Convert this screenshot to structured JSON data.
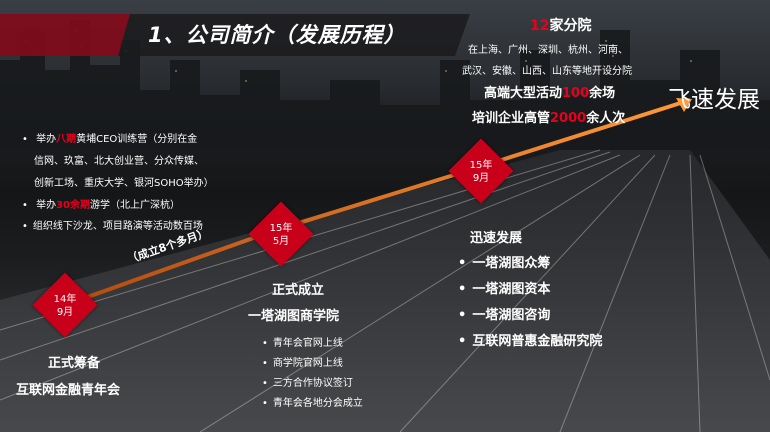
{
  "title": "1、公司简介（发展历程）",
  "top_right": {
    "branches_prefix": "12",
    "branches_suffix": "家分院",
    "cities_line1": "在上海、广州、深圳、杭州、河南、",
    "cities_line2": "武汉、安徽、山西、山东等地开设分院",
    "events_a": "高端大型活动",
    "events_num": "100",
    "events_b": "余场",
    "train_a": "培训企业高管",
    "train_num": "2000",
    "train_b": "余人次",
    "headline": "飞速发展"
  },
  "left_bullets": [
    {
      "a": "举办",
      "num": "八期",
      "b": "黄埔CEO训练营（分别在金"
    },
    {
      "a": "",
      "num": "",
      "b": "信网、玖富、北大创业营、分众传媒、"
    },
    {
      "a": "",
      "num": "",
      "b": "创新工场、重庆大学、银河SOHO举办）"
    },
    {
      "a": "举办",
      "num": "30余期",
      "b": "游学（北上广深杭）"
    },
    {
      "a": "",
      "num": "",
      "b": "组织线下沙龙、项目路演等活动数百场"
    }
  ],
  "milestones": [
    {
      "year": "14年",
      "month": "9月",
      "line1": "正式筹备",
      "line2": "互联网金融青年会"
    },
    {
      "year": "15年",
      "month": "5月",
      "line1": "正式成立",
      "line2": "一塔湖图商学院"
    },
    {
      "year": "15年",
      "month": "9月",
      "line1": "迅速发展",
      "line2": ""
    }
  ],
  "arrow_note": "（成立8个多月）",
  "academy_items": [
    "青年会官网上线",
    "商学院官网上线",
    "三方合作协议签订",
    "青年会各地分会成立"
  ],
  "growth_items": [
    "一塔湖图众筹",
    "一塔湖图资本",
    "一塔湖图咨询",
    "互联网普惠金融研究院"
  ],
  "colors": {
    "accent_red": "#e8001c",
    "diamond_red": "#c8001a",
    "arrow_orange": "#f07a1e"
  }
}
